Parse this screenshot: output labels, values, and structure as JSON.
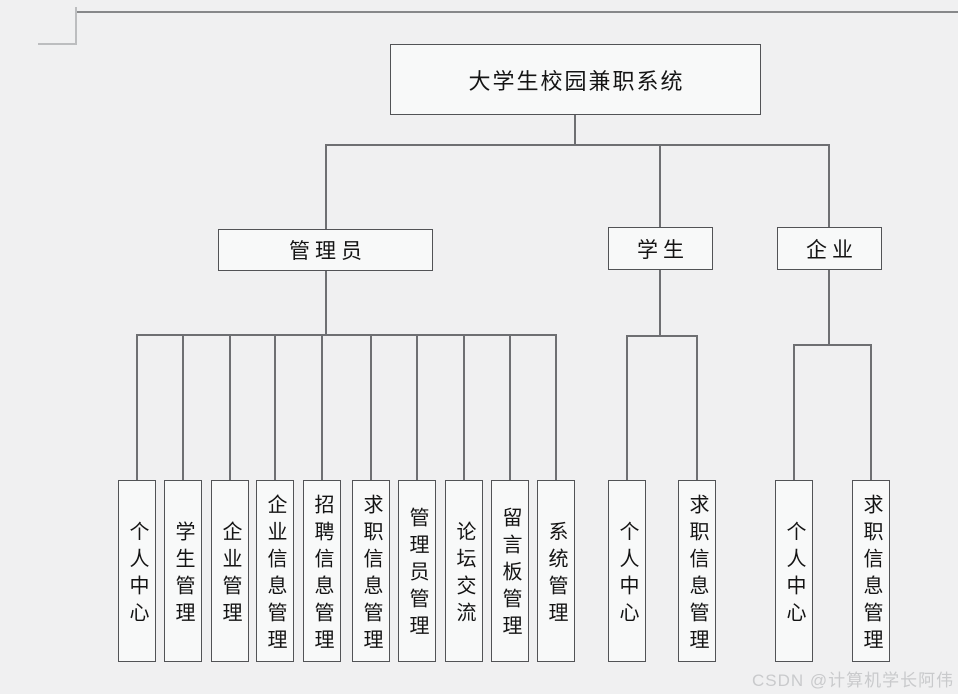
{
  "diagram": {
    "root": {
      "label": "大学生校园兼职系统"
    },
    "branches": [
      {
        "label": "管理员",
        "children": [
          "个人中心",
          "学生管理",
          "企业管理",
          "企业信息管理",
          "招聘信息管理",
          "求职信息管理",
          "管理员管理",
          "论坛交流",
          "留言板管理",
          "系统管理"
        ]
      },
      {
        "label": "学生",
        "children": [
          "个人中心",
          "求职信息管理"
        ]
      },
      {
        "label": "企业",
        "children": [
          "个人中心",
          "求职信息管理"
        ]
      }
    ]
  },
  "watermark": {
    "text": "CSDN @计算机学长阿伟"
  },
  "colors": {
    "background": "#f0f0f1",
    "node_fill": "#f8f9f9",
    "node_border": "#525356",
    "connector": "#6e6f72",
    "watermark": "#c9cacc",
    "page_edge_dark": "#87888a",
    "page_edge_light": "#bcbdbf"
  }
}
